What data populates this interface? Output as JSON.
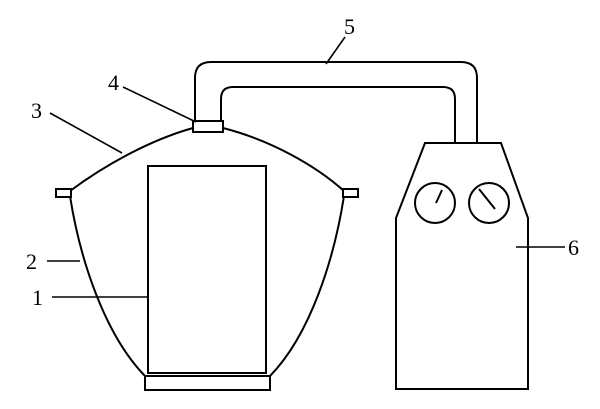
{
  "callouts": {
    "part_1": "1",
    "part_2": "2",
    "part_3": "3",
    "part_4": "4",
    "part_5": "5",
    "part_6": "6"
  },
  "colors": {
    "line": "#000000",
    "background": "#ffffff"
  },
  "icons": {
    "gauge_left": "pressure-gauge-icon",
    "gauge_right": "pressure-gauge-icon"
  }
}
